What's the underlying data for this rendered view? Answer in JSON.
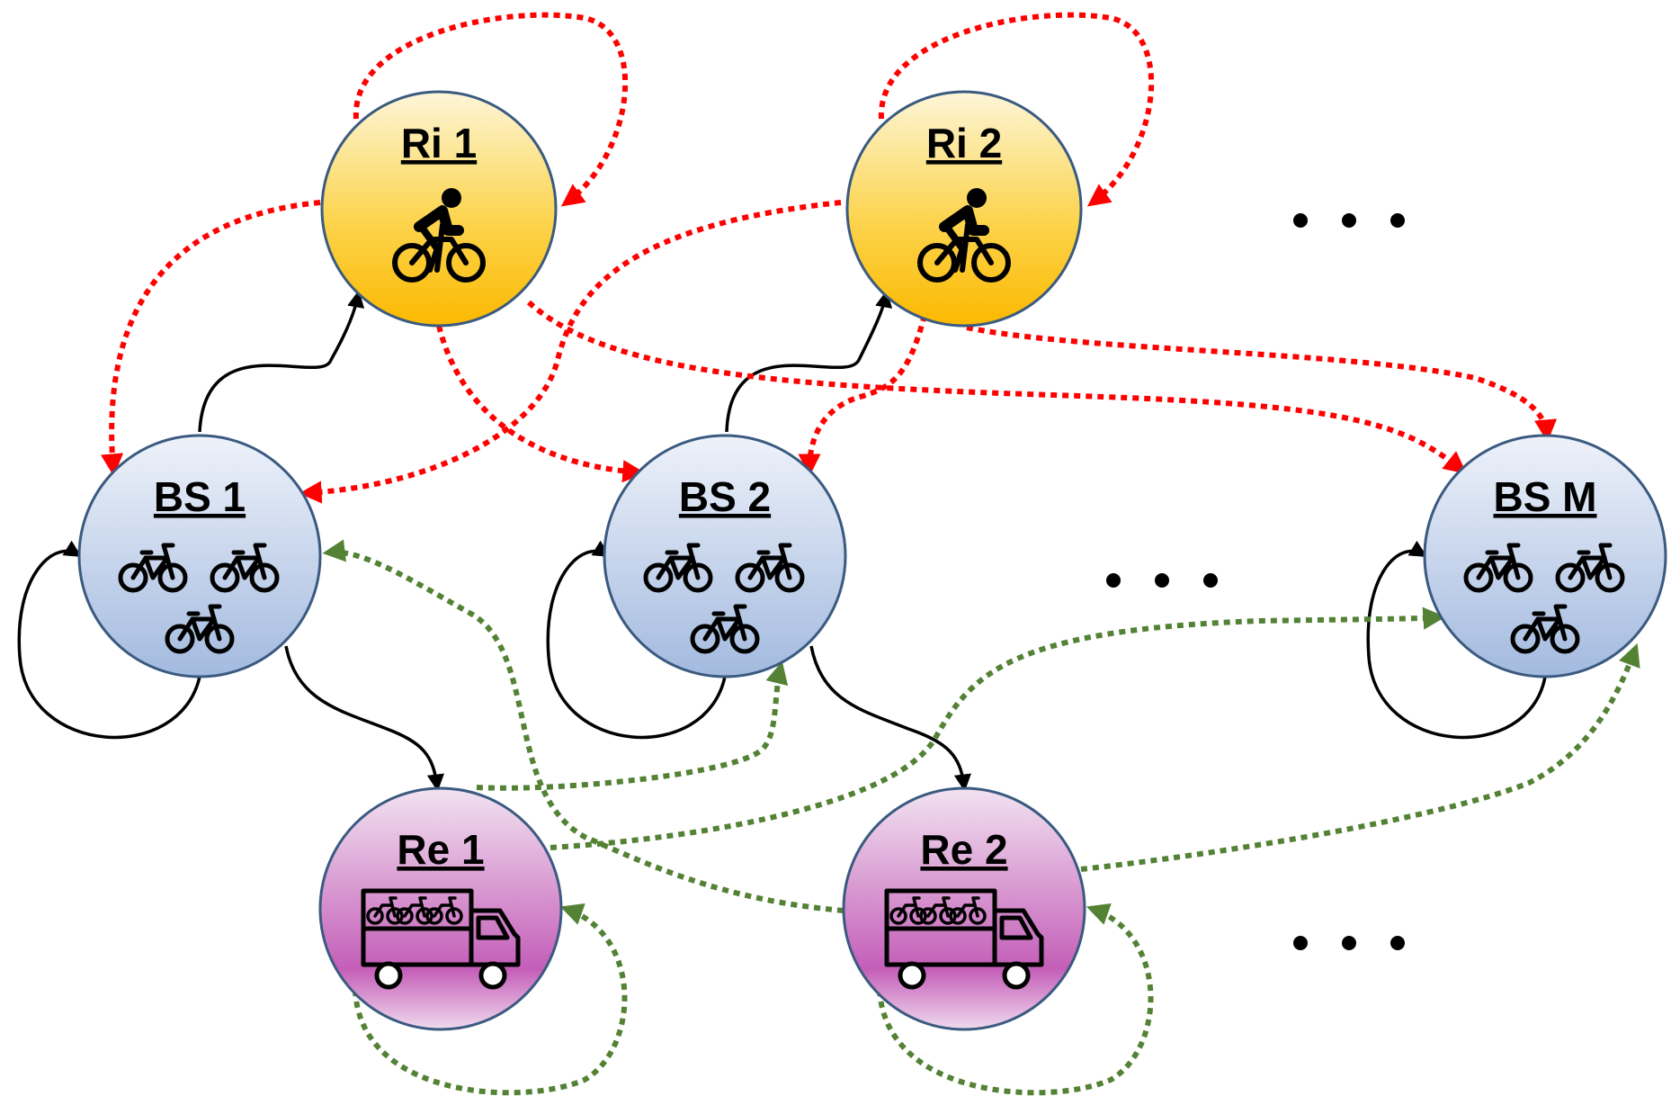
{
  "diagram": {
    "nodes": {
      "ri1": "Ri 1",
      "ri2": "Ri 2",
      "bs1": "BS 1",
      "bs2": "BS 2",
      "bsm": "BS M",
      "re1": "Re 1",
      "re2": "Re 2"
    },
    "node_types": {
      "rider": {
        "icon": "cyclist-icon",
        "color_top": "#fdf3c8",
        "color_bottom": "#fbbd0c"
      },
      "station": {
        "icon": "bicycles-icon",
        "color_top": "#e9eef8",
        "color_bottom": "#a9bfe6"
      },
      "rebalancer": {
        "icon": "truck-icon",
        "color_top": "#ecd6ec",
        "color_bottom": "#c060b4"
      }
    },
    "edge_colors": {
      "solid": "#000000",
      "rider_flow": "#ff0000",
      "rebalancer_flow": "#548235"
    },
    "edges": [
      {
        "from": "ri1",
        "to": "ri1",
        "style": "dotted-red"
      },
      {
        "from": "ri2",
        "to": "ri2",
        "style": "dotted-red"
      },
      {
        "from": "ri1",
        "to": "bs1",
        "style": "dotted-red"
      },
      {
        "from": "ri1",
        "to": "bs2",
        "style": "dotted-red"
      },
      {
        "from": "ri1",
        "to": "bsm",
        "style": "dotted-red"
      },
      {
        "from": "ri2",
        "to": "bs1",
        "style": "dotted-red"
      },
      {
        "from": "ri2",
        "to": "bs2",
        "style": "dotted-red"
      },
      {
        "from": "ri2",
        "to": "bsm",
        "style": "dotted-red"
      },
      {
        "from": "bs1",
        "to": "ri1",
        "style": "solid-black"
      },
      {
        "from": "bs2",
        "to": "ri2",
        "style": "solid-black"
      },
      {
        "from": "bs1",
        "to": "bs1",
        "style": "solid-black"
      },
      {
        "from": "bs2",
        "to": "bs2",
        "style": "solid-black"
      },
      {
        "from": "bsm",
        "to": "bsm",
        "style": "solid-black"
      },
      {
        "from": "bs1",
        "to": "re1",
        "style": "solid-black"
      },
      {
        "from": "bs2",
        "to": "re2",
        "style": "solid-black"
      },
      {
        "from": "re1",
        "to": "bs2",
        "style": "dotted-green"
      },
      {
        "from": "re1",
        "to": "bsm",
        "style": "dotted-green"
      },
      {
        "from": "re2",
        "to": "bs1",
        "style": "dotted-green"
      },
      {
        "from": "re2",
        "to": "bsm",
        "style": "dotted-green"
      },
      {
        "from": "re1",
        "to": "re1",
        "style": "dotted-green"
      },
      {
        "from": "re2",
        "to": "re2",
        "style": "dotted-green"
      }
    ],
    "ellipses": [
      "rider-row-ellipsis",
      "station-row-ellipsis",
      "rebalancer-row-ellipsis"
    ]
  }
}
